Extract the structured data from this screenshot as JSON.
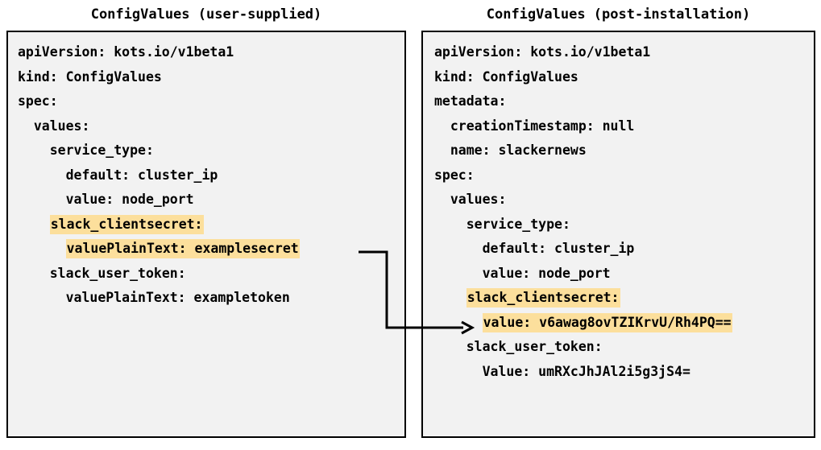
{
  "panels": {
    "left": {
      "title": "ConfigValues (user-supplied)",
      "lines": [
        {
          "text": "apiVersion: kots.io/v1beta1",
          "highlight": false
        },
        {
          "text": "kind: ConfigValues",
          "highlight": false
        },
        {
          "text": "spec:",
          "highlight": false
        },
        {
          "text": "  values:",
          "highlight": false
        },
        {
          "text": "    service_type:",
          "highlight": false
        },
        {
          "text": "      default: cluster_ip",
          "highlight": false
        },
        {
          "text": "      value: node_port",
          "highlight": false
        },
        {
          "text": "    slack_clientsecret:",
          "highlight": true
        },
        {
          "text": "      valuePlainText: examplesecret",
          "highlight": true
        },
        {
          "text": "    slack_user_token:",
          "highlight": false
        },
        {
          "text": "      valuePlainText: exampletoken",
          "highlight": false
        }
      ]
    },
    "right": {
      "title": "ConfigValues (post-installation)",
      "lines": [
        {
          "text": "apiVersion: kots.io/v1beta1",
          "highlight": false
        },
        {
          "text": "kind: ConfigValues",
          "highlight": false
        },
        {
          "text": "metadata:",
          "highlight": false
        },
        {
          "text": "  creationTimestamp: null",
          "highlight": false
        },
        {
          "text": "  name: slackernews",
          "highlight": false
        },
        {
          "text": "spec:",
          "highlight": false
        },
        {
          "text": "  values:",
          "highlight": false
        },
        {
          "text": "    service_type:",
          "highlight": false
        },
        {
          "text": "      default: cluster_ip",
          "highlight": false
        },
        {
          "text": "      value: node_port",
          "highlight": false
        },
        {
          "text": "    slack_clientsecret:",
          "highlight": true
        },
        {
          "text": "      value: v6awag8ovTZIKrvU/Rh4PQ==",
          "highlight": true
        },
        {
          "text": "    slack_user_token:",
          "highlight": false
        },
        {
          "text": "      Value: umRXcJhJAl2i5g3jS4=",
          "highlight": false
        }
      ]
    }
  },
  "connector": {
    "label": "encrypted-value-mapping-arrow",
    "color": "#000000"
  },
  "colors": {
    "highlight": "#fcdf9c",
    "box_background": "#f2f2f2",
    "border": "#000000",
    "text": "#000000",
    "page_background": "#ffffff"
  }
}
